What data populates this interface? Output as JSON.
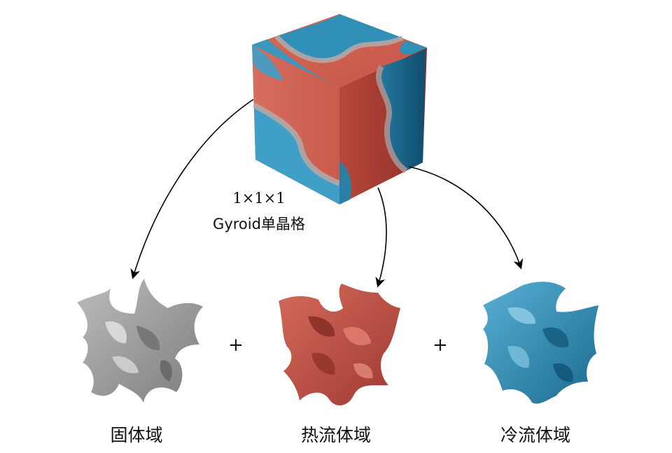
{
  "cube": {
    "label_line1": "1×1×1",
    "label_line2": "Gyroid单晶格",
    "colors": {
      "hot": "#c8574a",
      "cold": "#2a89b0",
      "solid": "#a9a9a9"
    }
  },
  "domains": [
    {
      "label": "固体域",
      "color": "#a8a8a8"
    },
    {
      "label": "热流体域",
      "color": "#c9574b"
    },
    {
      "label": "冷流体域",
      "color": "#2b8cb4"
    }
  ],
  "operators": [
    "+",
    "+"
  ]
}
